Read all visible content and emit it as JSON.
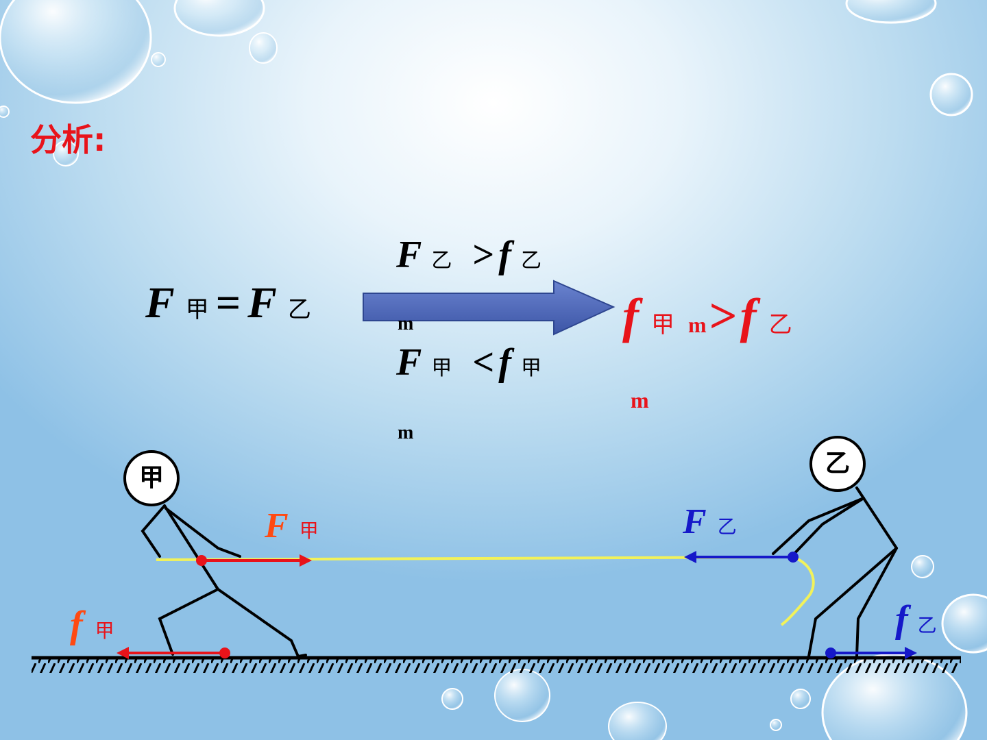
{
  "title": "分析:",
  "equation_main": {
    "F1": "F",
    "sub1": "甲",
    "op": "=",
    "F2": "F",
    "sub2": "乙"
  },
  "condition_1": {
    "F": "F",
    "subF": "乙",
    "op": ">",
    "f": "f",
    "subf": "乙",
    "m": "m"
  },
  "condition_2": {
    "F": "F",
    "subF": "甲",
    "op": "<",
    "f": "f",
    "subf": "甲",
    "m": "m"
  },
  "result": {
    "f1": "f",
    "sub1": "甲",
    "m1": "m",
    "op": ">",
    "f2": "f",
    "sub2": "乙",
    "m2": "m"
  },
  "person_left": "甲",
  "person_right": "乙",
  "forces": {
    "F_left": {
      "F": "F",
      "sub": "甲"
    },
    "F_right": {
      "F": "F",
      "sub": "乙"
    },
    "f_left": {
      "f": "f",
      "sub": "甲"
    },
    "f_right": {
      "f": "f",
      "sub": "乙"
    }
  },
  "colors": {
    "red": "#e8131a",
    "orange": "#ff4a12",
    "blue": "#1518c9",
    "rope": "#f2f25a",
    "arrow": "#4a63b2"
  }
}
